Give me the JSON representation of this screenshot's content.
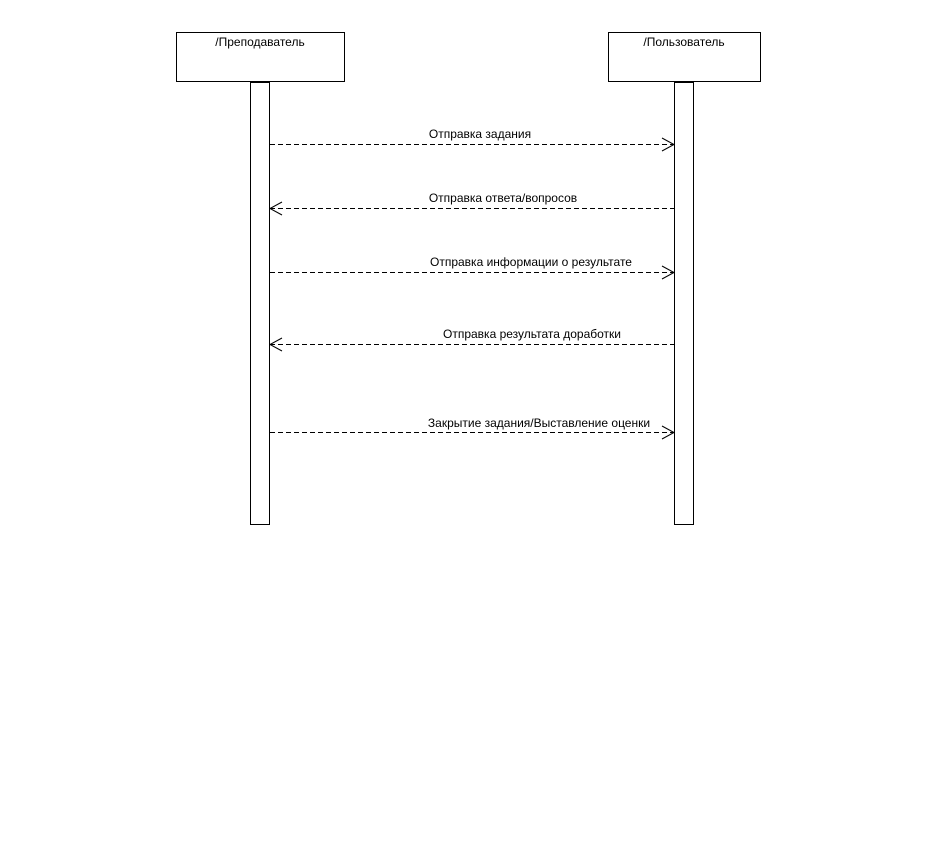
{
  "diagram": {
    "actors": [
      {
        "id": "teacher",
        "label": "/Преподаватель"
      },
      {
        "id": "user",
        "label": "/Пользователь"
      }
    ],
    "messages": [
      {
        "label": "Отправка задания",
        "from": "teacher",
        "to": "user",
        "style": "dashed"
      },
      {
        "label": "Отправка ответа/вопросов",
        "from": "user",
        "to": "teacher",
        "style": "dashed"
      },
      {
        "label": "Отправка информации о результате",
        "from": "teacher",
        "to": "user",
        "style": "dashed"
      },
      {
        "label": "Отправка результата доработки",
        "from": "user",
        "to": "teacher",
        "style": "dashed"
      },
      {
        "label": "Закрытие задания/Выставление оценки",
        "from": "teacher",
        "to": "user",
        "style": "dashed"
      }
    ],
    "colors": {
      "stroke": "#000000",
      "fill": "#ffffff",
      "text": "#000000"
    }
  }
}
